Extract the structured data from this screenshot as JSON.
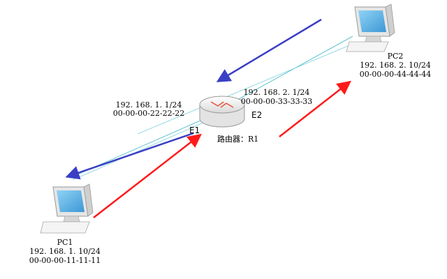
{
  "colors": {
    "link": "#5fc3cf",
    "arrow_out": "#ff1a1a",
    "arrow_back": "#3a3fc4",
    "screen": "#5ab2e6",
    "device_body": "#f2f2f2",
    "device_edge": "#9a9a9a"
  },
  "pc1": {
    "name": "PC1",
    "ip": "192. 168. 1. 10/24",
    "mac": "00-00-00-11-11-11",
    "icon": "computer-icon"
  },
  "pc2": {
    "name": "PC2",
    "ip": "192. 168. 2. 10/24",
    "mac": "00-00-00-44-44-44",
    "icon": "computer-icon"
  },
  "router": {
    "name": "路由器：R1",
    "icon": "router-icon",
    "e1": {
      "name": "E1",
      "ip": "192. 168. 1. 1/24",
      "mac": "00-00-00-22-22-22"
    },
    "e2": {
      "name": "E2",
      "ip": "192. 168. 2. 1/24",
      "mac": "00-00-00-33-33-33"
    }
  }
}
